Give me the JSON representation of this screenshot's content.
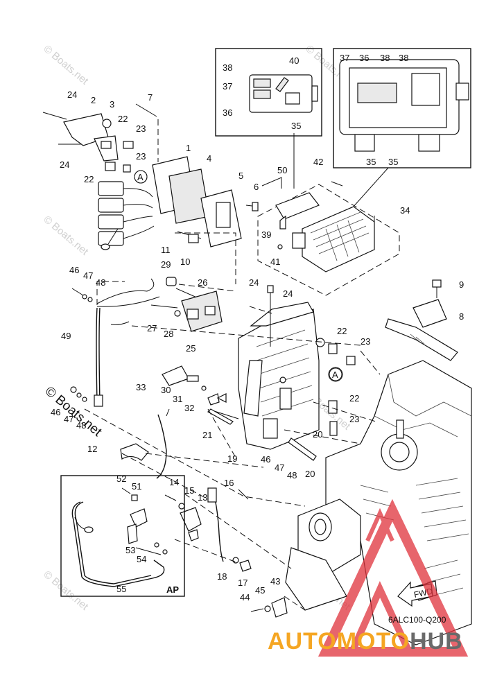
{
  "diagram_code": "6ALC100-Q200",
  "watermarks": [
    "© Boats.net",
    "© Boats.net",
    "© Boats.net",
    "© Boats.net",
    "© Boats.net",
    "© Boats.net"
  ],
  "main_watermark": "© Boats.net",
  "inset_ap_label": "AP",
  "callout_a": "A",
  "fwd_label": "FWD",
  "brand": {
    "part1": "AUTOMOTO",
    "part2": "HUB",
    "color1": "#f5a623",
    "color2": "#6a6a6a",
    "logo_color": "#e0323c"
  },
  "labels": {
    "l38a": "38",
    "l40": "40",
    "l37a": "37",
    "l36a": "36",
    "l35a": "35",
    "l37b": "37",
    "l36b": "36",
    "l38b": "38",
    "l38c": "38",
    "l35b": "35",
    "l35c": "35",
    "l24a": "24",
    "l7": "7",
    "l2": "2",
    "l3": "3",
    "l22a": "22",
    "l23a": "23",
    "l24b": "24",
    "l23b": "23",
    "l22b": "22",
    "l1": "1",
    "l4": "4",
    "l5": "5",
    "l6": "6",
    "l50": "50",
    "l42": "42",
    "l34": "34",
    "l39": "39",
    "l41": "41",
    "l11": "11",
    "l10": "10",
    "l46a": "46",
    "l47a": "47",
    "l48a": "48",
    "l29": "29",
    "l26": "26",
    "l24c": "24",
    "l24d": "24",
    "l9": "9",
    "l8": "8",
    "l27": "27",
    "l28": "28",
    "l25": "25",
    "l49": "49",
    "l22c": "22",
    "l23c": "23",
    "l33": "33",
    "l30": "30",
    "l31": "31",
    "l32": "32",
    "l46b": "46",
    "l47b": "47",
    "l48b": "48",
    "l21": "21",
    "l22d": "22",
    "l23d": "23",
    "l12": "12",
    "l20a": "20",
    "l20b": "20",
    "l19": "19",
    "l46c": "46",
    "l47c": "47",
    "l48c": "48",
    "l52": "52",
    "l51": "51",
    "l14": "14",
    "l15": "15",
    "l13": "13",
    "l16": "16",
    "l53": "53",
    "l54": "54",
    "l55": "55",
    "l18": "18",
    "l17": "17",
    "l43": "43",
    "l44": "44",
    "l45": "45"
  }
}
